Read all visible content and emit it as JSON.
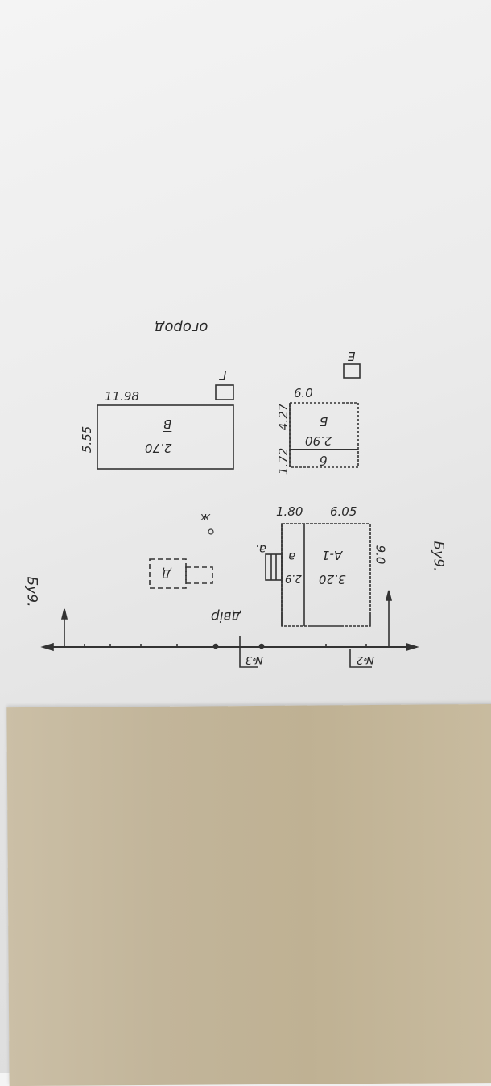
{
  "plan": {
    "garden_label": "огород",
    "yard_label": "двір",
    "neighbor_left": "Бу9.",
    "neighbor_right": "Бу9.",
    "building_v": {
      "letter": "В",
      "height": "2.70",
      "length": "11.98",
      "width": "5.55"
    },
    "building_b": {
      "letter": "Б",
      "height": "2.90",
      "annex": "б",
      "length": "6.0",
      "width_main": "4.27",
      "width_annex": "1.72"
    },
    "building_a": {
      "letter": "А-1",
      "height": "3.20",
      "annex": "а",
      "annex_height": "2.9",
      "annex_width": "1.80",
      "length": "6.05",
      "depth": "9.0",
      "porch": "а."
    },
    "shed_g": "Г",
    "shed_e": "Е",
    "structure_d": "Д",
    "well_label": "Ж",
    "well_symbol": "0",
    "gate_3": "№3",
    "gate_2": "№2"
  }
}
